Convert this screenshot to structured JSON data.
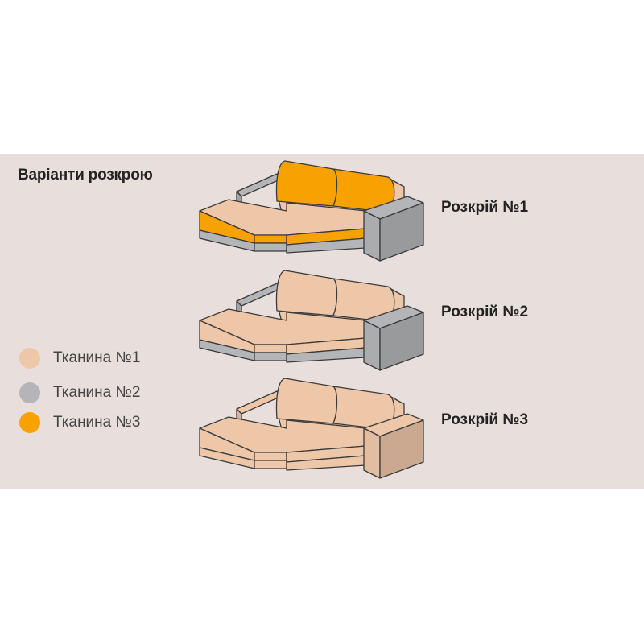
{
  "title": "Варіанти розкрою",
  "colors": {
    "fabric1": "#eec7a9",
    "fabric2": "#b3b5b8",
    "fabric3": "#f7a200",
    "outline": "#3a3a3a",
    "background": "#e8dfdd"
  },
  "legend": [
    {
      "label": "Тканина №1",
      "color": "#eec7a9"
    },
    {
      "label": "Тканина №2",
      "color": "#b3b5b8"
    },
    {
      "label": "Тканина №3",
      "color": "#f7a200"
    }
  ],
  "variants": [
    {
      "label": "Розкрій №1",
      "cushions": "fabric3",
      "seat": "fabric1",
      "band": "fabric3",
      "base": "fabric2",
      "arm": "fabric2",
      "armTop": "fabric2"
    },
    {
      "label": "Розкрій №2",
      "cushions": "fabric1",
      "seat": "fabric1",
      "band": "fabric1",
      "base": "fabric2",
      "arm": "fabric2",
      "armTop": "fabric2"
    },
    {
      "label": "Розкрій №3",
      "cushions": "fabric1",
      "seat": "fabric1",
      "band": "fabric1",
      "base": "fabric1",
      "arm": "fabric1",
      "armTop": "fabric1"
    }
  ]
}
